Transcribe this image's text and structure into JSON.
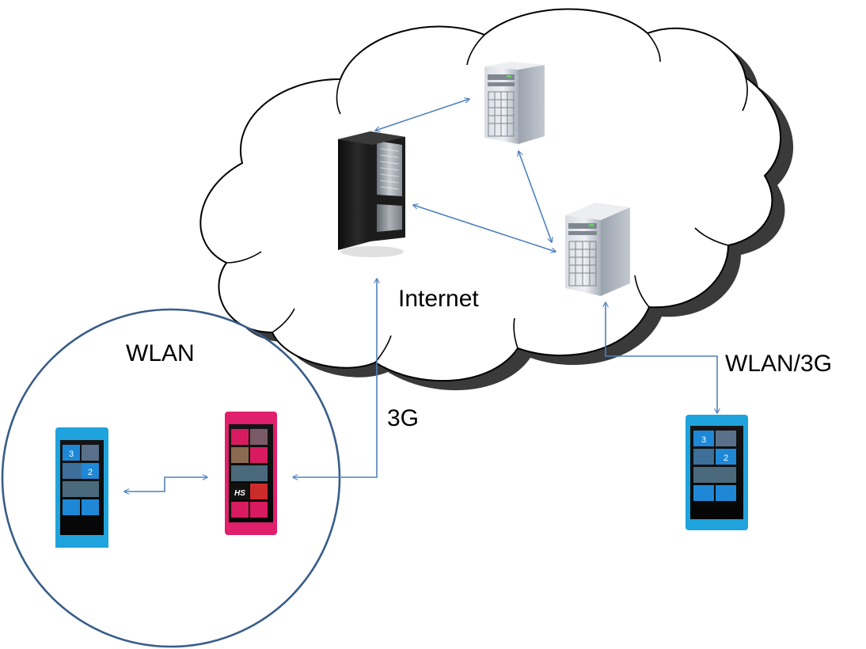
{
  "labels": {
    "internet": "Internet",
    "wlan_area": "WLAN",
    "link_3g": "3G",
    "link_wlan_3g": "WLAN/3G"
  },
  "phone_tiles": {
    "tile_a": "3",
    "tile_b": "2",
    "tile_hs": "HS"
  },
  "colors": {
    "arrow": "#4f81bd",
    "wlan_circle": "#385d8a",
    "cloud_fill": "#ffffff",
    "cloud_outline": "#000000",
    "cloud_shadow": "#3a3a3a",
    "phone_cyan": "#1fa3dc",
    "phone_magenta": "#e0206d",
    "tile_blue": "#1e88d6",
    "tile_magenta": "#d81b60"
  },
  "nodes": [
    {
      "id": "server-black",
      "icon": "tower-server-black-icon"
    },
    {
      "id": "server-gray-top",
      "icon": "tower-server-gray-icon"
    },
    {
      "id": "server-gray-right",
      "icon": "tower-server-gray-icon"
    },
    {
      "id": "phone-cyan-left",
      "icon": "smartphone-cyan-icon"
    },
    {
      "id": "phone-magenta",
      "icon": "smartphone-magenta-icon"
    },
    {
      "id": "phone-cyan-right",
      "icon": "smartphone-cyan-icon"
    }
  ],
  "edges": [
    {
      "from": "server-black",
      "to": "server-gray-top",
      "directed": "both"
    },
    {
      "from": "server-black",
      "to": "server-gray-right",
      "directed": "both"
    },
    {
      "from": "server-gray-top",
      "to": "server-gray-right",
      "directed": "both"
    },
    {
      "from": "phone-cyan-left",
      "to": "phone-magenta",
      "directed": "both"
    },
    {
      "from": "phone-magenta",
      "to": "server-black",
      "directed": "both",
      "label": "3G"
    },
    {
      "from": "server-gray-right",
      "to": "phone-cyan-right",
      "directed": "both",
      "label": "WLAN/3G"
    }
  ]
}
